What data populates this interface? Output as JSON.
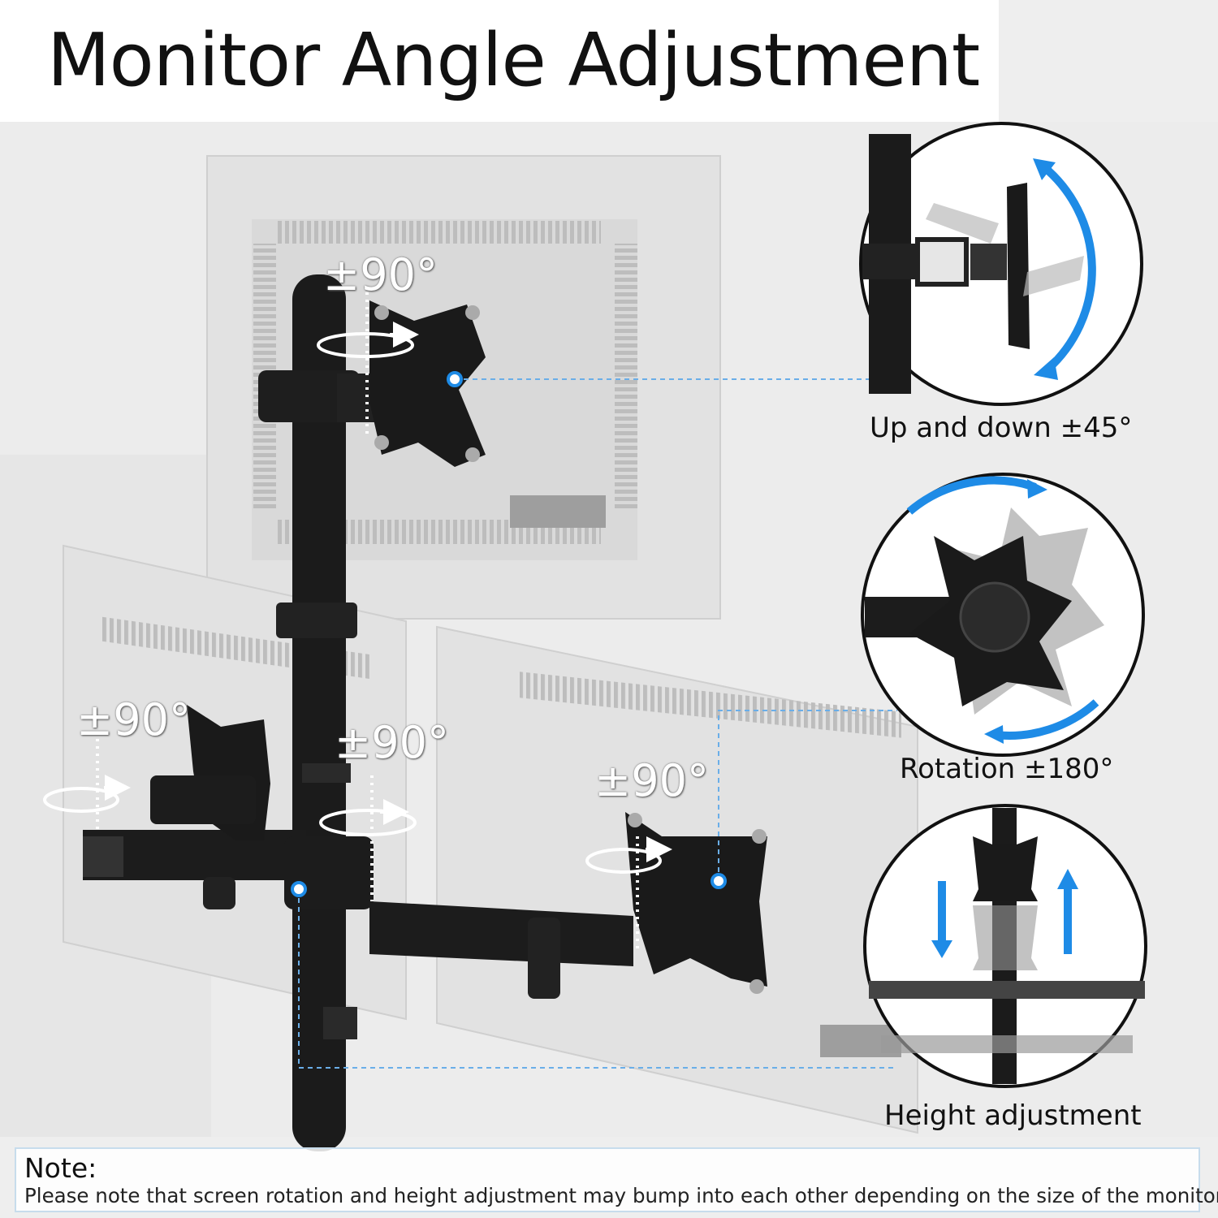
{
  "header": {
    "title": "Monitor Angle Adjustment"
  },
  "main_photo": {
    "swivel_labels": [
      "±90°",
      "±90°",
      "±90°",
      "±90°"
    ]
  },
  "details": [
    {
      "caption": "Up and down  ±45°"
    },
    {
      "caption": "Rotation  ±180°"
    },
    {
      "caption": "Height adjustment"
    }
  ],
  "note": {
    "title": "Note:",
    "text": "Please note that screen rotation and height adjustment may bump into each other depending on the size of the monitor."
  },
  "colors": {
    "accent": "#1e8be6",
    "mount": "#1b1b1b",
    "monitor": "#e4e4e4"
  }
}
